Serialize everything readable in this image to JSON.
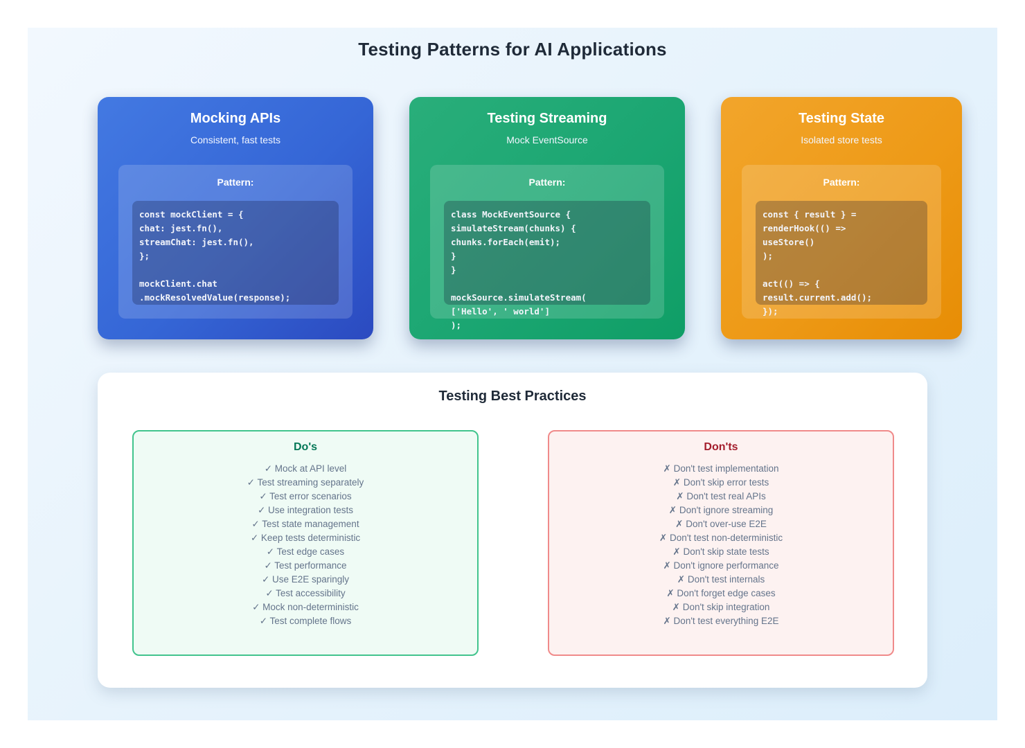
{
  "page_title": "Testing Patterns for AI Applications",
  "colors": {
    "panel_bg_start": "#f2f8fe",
    "panel_bg_end": "#dceefb",
    "blue_card_start": "#4379e2",
    "blue_card_end": "#2b4ac0",
    "green_card_start": "#29ae7a",
    "green_card_end": "#0f9e66",
    "orange_card_start": "#f2a52b",
    "orange_card_end": "#e78d05",
    "heading_text": "#1f2a38",
    "dos_border": "#41c48d",
    "dos_heading": "#047857",
    "donts_border": "#f08a8a",
    "donts_heading": "#a41e2d",
    "list_text": "#64748b",
    "code_text": "#f3f5fb"
  },
  "cards": [
    {
      "title": "Mocking APIs",
      "subtitle": "Consistent, fast tests",
      "pattern_label": "Pattern:",
      "code": [
        "const mockClient = {",
        "chat: jest.fn(),",
        "streamChat: jest.fn(),",
        "};",
        "",
        "mockClient.chat",
        ".mockResolvedValue(response);"
      ]
    },
    {
      "title": "Testing Streaming",
      "subtitle": "Mock EventSource",
      "pattern_label": "Pattern:",
      "code": [
        "class MockEventSource {",
        "simulateStream(chunks) {",
        "chunks.forEach(emit);",
        "}",
        "}",
        "",
        "mockSource.simulateStream(",
        "['Hello', ' world']",
        ");"
      ]
    },
    {
      "title": "Testing State",
      "subtitle": "Isolated store tests",
      "pattern_label": "Pattern:",
      "code": [
        "const { result } =",
        "renderHook(() =>",
        "useStore()",
        ");",
        "",
        "act(() => {",
        "result.current.add();",
        "});"
      ]
    }
  ],
  "best_practices": {
    "title": "Testing Best Practices",
    "dos": {
      "title": "Do's",
      "items": [
        "✓ Mock at API level",
        "✓ Test streaming separately",
        "✓ Test error scenarios",
        "✓ Use integration tests",
        "✓ Test state management",
        "✓ Keep tests deterministic",
        "✓ Test edge cases",
        "✓ Test performance",
        "✓ Use E2E sparingly",
        "✓ Test accessibility",
        "✓ Mock non-deterministic",
        "✓ Test complete flows"
      ]
    },
    "donts": {
      "title": "Don'ts",
      "items": [
        "✗ Don't test implementation",
        "✗ Don't skip error tests",
        "✗ Don't test real APIs",
        "✗ Don't ignore streaming",
        "✗ Don't over-use E2E",
        "✗ Don't test non-deterministic",
        "✗ Don't skip state tests",
        "✗ Don't ignore performance",
        "✗ Don't test internals",
        "✗ Don't forget edge cases",
        "✗ Don't skip integration",
        "✗ Don't test everything E2E"
      ]
    }
  }
}
